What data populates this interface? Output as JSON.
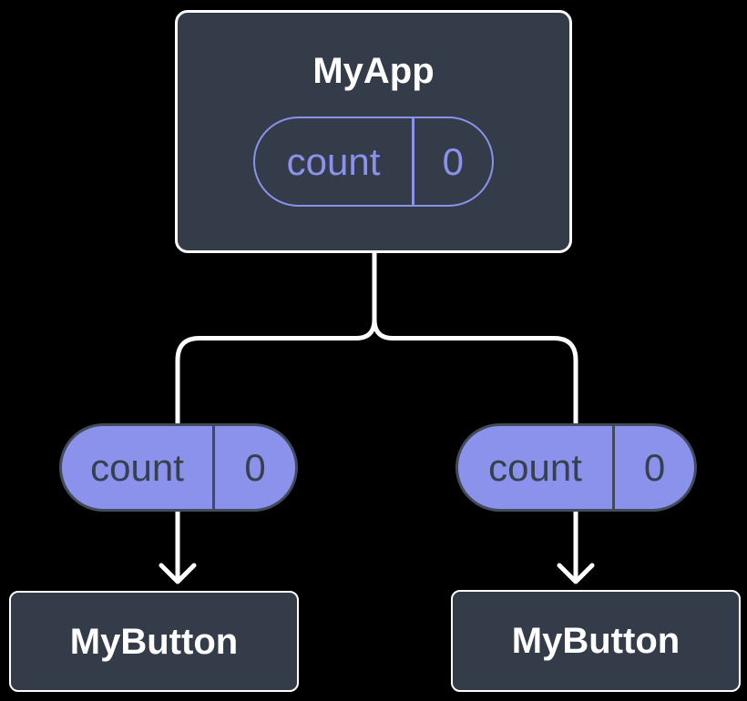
{
  "diagram": {
    "description": "Component tree diagram: parent component holding state, passing props to two child buttons",
    "background_color": "#000000",
    "colors": {
      "node_fill": "#343C49",
      "node_border": "#FFFFFF",
      "node_title_text": "#FFFFFF",
      "pill_fill": "#8A92EC",
      "pill_outline_accent": "#8A92EC",
      "pill_text_on_purple": "#37404D",
      "pill_border_on_purple": "#414B59",
      "connector_line": "#FFFFFF"
    },
    "root_node": {
      "title": "MyApp",
      "state_pill": {
        "key": "count",
        "value": "0"
      }
    },
    "prop_pills": [
      {
        "key": "count",
        "value": "0"
      },
      {
        "key": "count",
        "value": "0"
      }
    ],
    "child_nodes": [
      {
        "title": "MyButton"
      },
      {
        "title": "MyButton"
      }
    ]
  }
}
